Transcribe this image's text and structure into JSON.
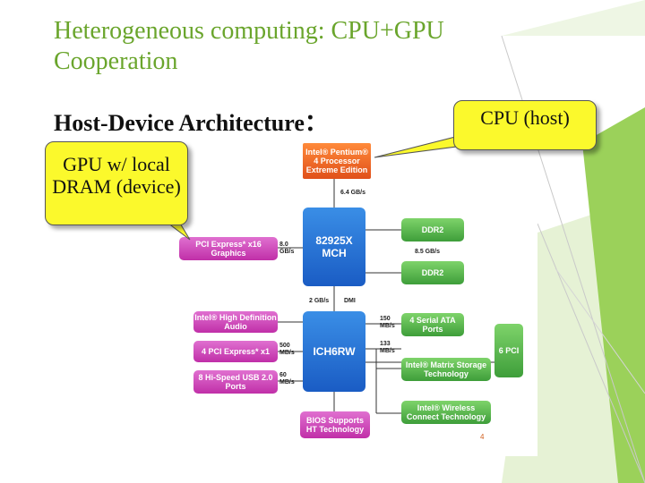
{
  "slide": {
    "title": "Heterogeneous computing: CPU+GPU Cooperation",
    "subtitle": "Host-Device Architecture：",
    "callout_cpu": "CPU (host)",
    "callout_gpu": "GPU w/ local DRAM (device)"
  },
  "diagram": {
    "cpu": "Intel® Pentium® 4 Processor Extreme Edition",
    "mch": "82925X MCH",
    "ich": "ICH6RW",
    "ddr2_top": "DDR2",
    "ddr2_bottom": "DDR2",
    "pci_express_graphics": "PCI Express* x16 Graphics",
    "hd_audio": "Intel® High Definition Audio",
    "pci_express_x1": "4 PCI Express* x1",
    "usb": "8 Hi-Speed USB 2.0 Ports",
    "sata": "4 Serial ATA Ports",
    "matrix_storage": "Intel® Matrix Storage Technology",
    "wireless": "Intel® Wireless Connect Technology",
    "bios": "BIOS Supports HT Technology",
    "pci": "6 PCI",
    "labels": {
      "fsb": "6.4 GB/s",
      "graphics_bw": "8.0 GB/s",
      "memory_bw": "8.5 GB/s",
      "dmi_bw": "2 GB/s",
      "dmi": "DMI",
      "sata_bw": "150 MB/s",
      "ata_bw": "133 MB/s",
      "pcie_bw": "500 MB/s",
      "usb_bw": "60 MB/s"
    },
    "page_number": "4"
  },
  "colors": {
    "title": "#6aa52c",
    "callout": "#fbf92c",
    "cpu_box": "#e8601f",
    "chipset": "#2a75d8",
    "memory_io": "#52b848",
    "peripherals": "#d040b8"
  }
}
